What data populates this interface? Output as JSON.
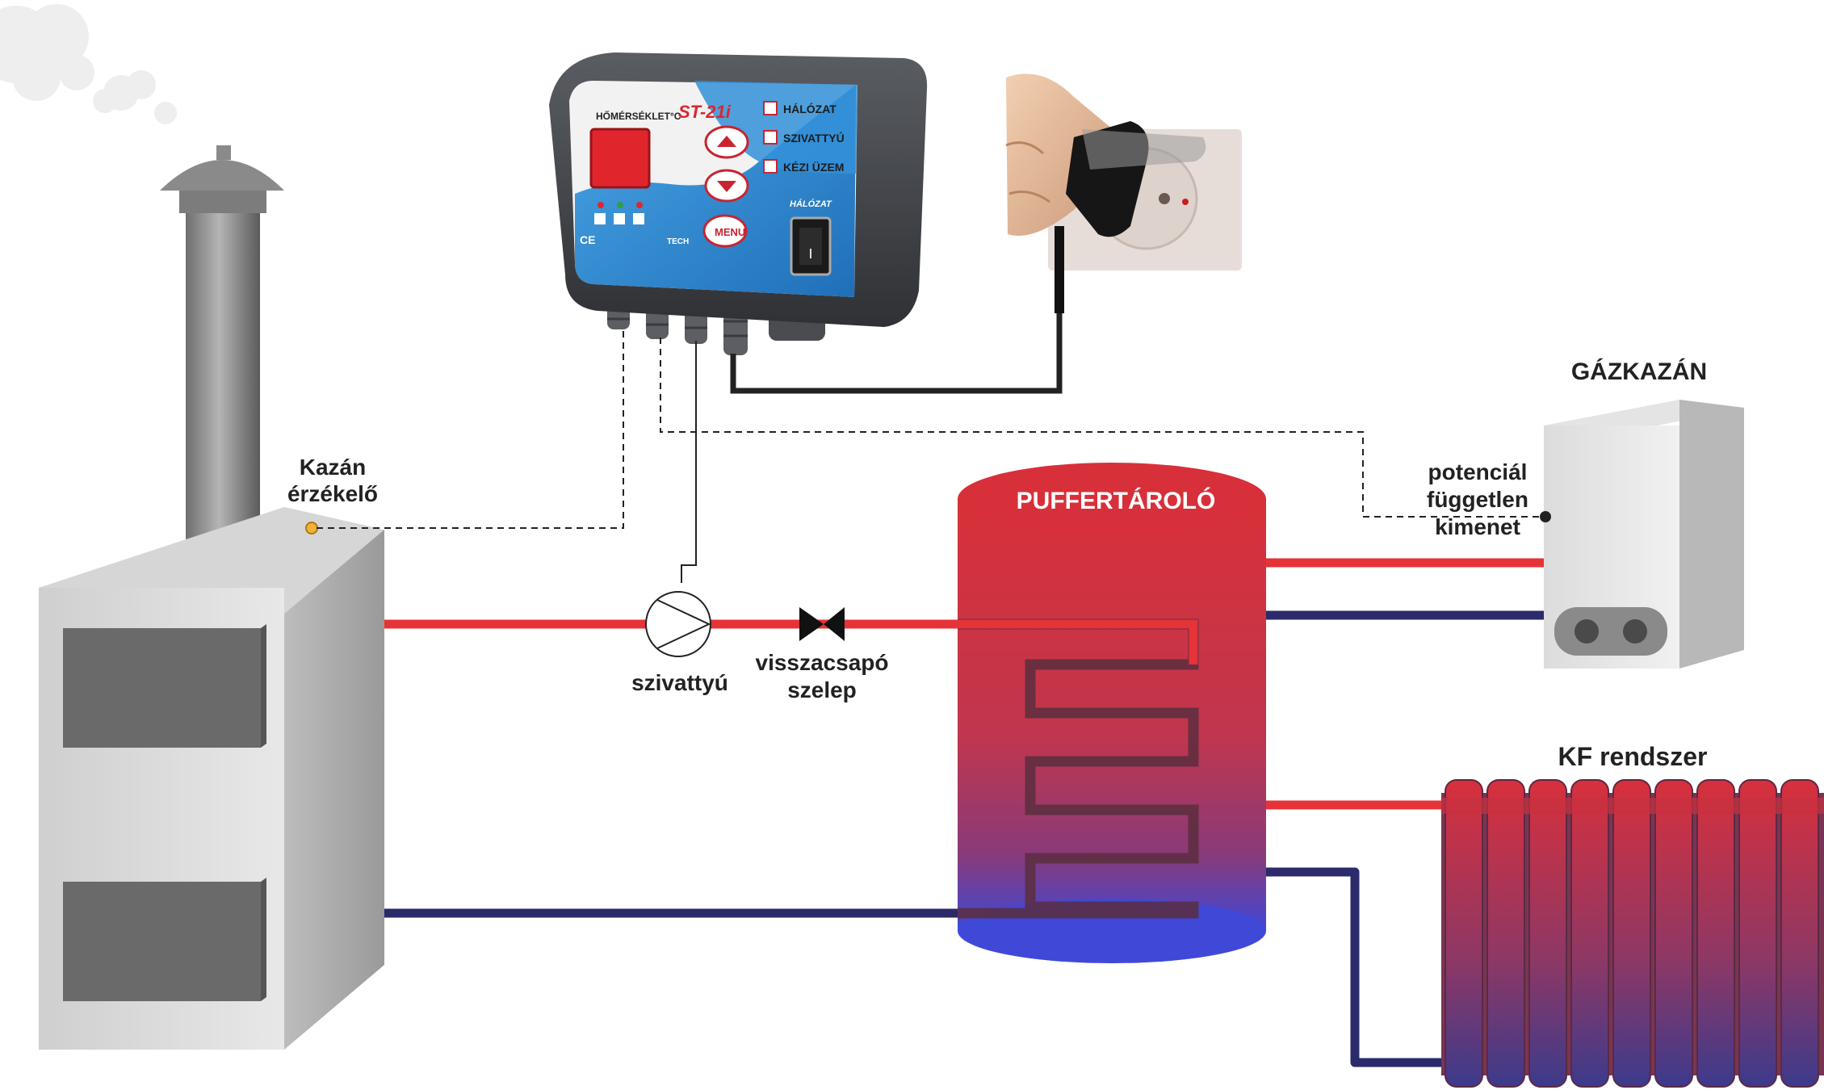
{
  "labels": {
    "boiler_sensor_line1": "Kazán",
    "boiler_sensor_line2": "érzékelő",
    "pump": "szivattyú",
    "check_valve_line1": "visszacsapó",
    "check_valve_line2": "szelep",
    "buffer_tank": "PUFFERTÁROLÓ",
    "gas_boiler": "GÁZKAZÁN",
    "potential_free_line1": "potenciál",
    "potential_free_line2": "független",
    "potential_free_line3": "kimenet",
    "radiator_system": "KF rendszer"
  },
  "controller": {
    "model": "ST-21i",
    "temperature_label": "HŐMÉRSÉKLET°C",
    "menu_label": "MENU",
    "brand": "TECH",
    "mains_switch_label": "HÁLÓZAT",
    "ce_mark": "CE",
    "indicators": [
      {
        "label": "HÁLÓZAT",
        "icon": "power-icon"
      },
      {
        "label": "SZIVATTYÚ",
        "icon": "pump-icon"
      },
      {
        "label": "KÉZI ÜZEM",
        "icon": "hand-icon"
      }
    ]
  },
  "colors": {
    "hot_pipe": "#e53338",
    "cold_pipe": "#2b2a6b",
    "tank_top": "#d5303a",
    "tank_bottom": "#4848c8",
    "panel_blue": "#2e8fd8",
    "display_red": "#e0262c"
  }
}
